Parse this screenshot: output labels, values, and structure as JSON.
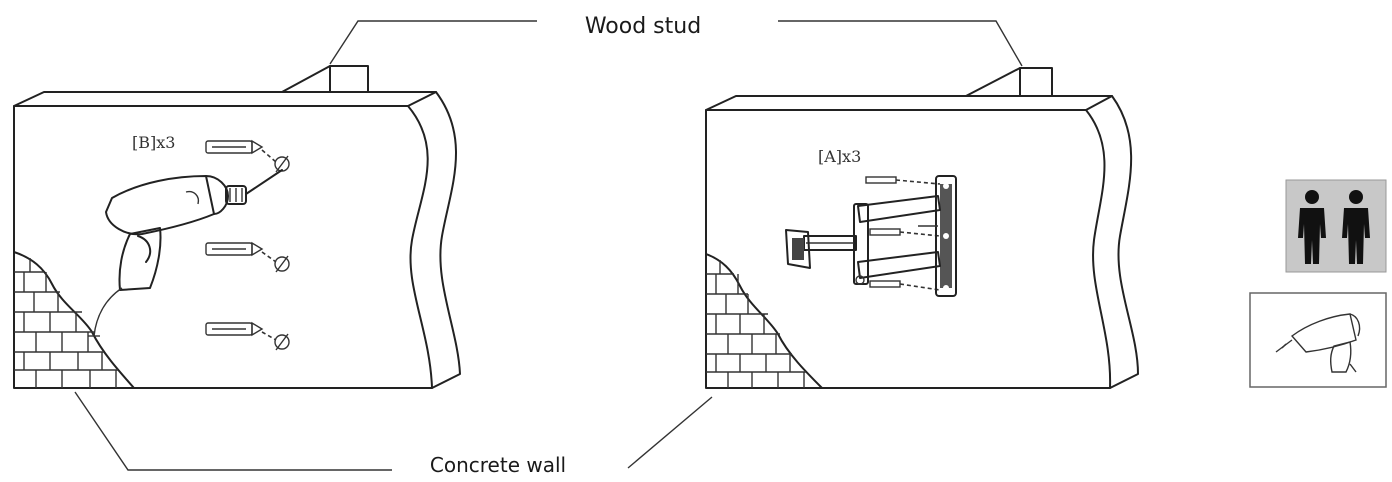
{
  "labels": {
    "wood_stud": "Wood stud",
    "concrete_wall": "Concrete wall",
    "anchor_count": "[B]x3",
    "screw_count": "[A]x3"
  },
  "icons": {
    "people": "two-people-icon",
    "drill": "power-drill-icon"
  },
  "colors": {
    "line": "#222222",
    "icon_panel_bg": "#c8c8c8"
  }
}
